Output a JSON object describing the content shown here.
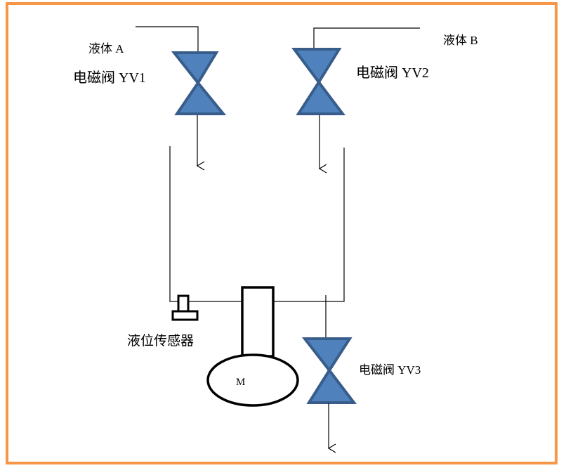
{
  "diagram": {
    "title": "",
    "labels": {
      "liquid_a": "液体 A",
      "liquid_b": "液体 B",
      "valve_yv1": "电磁阀 YV1",
      "valve_yv2": "电磁阀 YV2",
      "valve_yv3": "电磁阀 YV3",
      "level_sensor": "液位传感器",
      "motor": "M"
    },
    "components": [
      {
        "id": "YV1",
        "type": "solenoid-valve",
        "input": "液体 A"
      },
      {
        "id": "YV2",
        "type": "solenoid-valve",
        "input": "液体 B"
      },
      {
        "id": "YV3",
        "type": "solenoid-valve",
        "role": "drain"
      },
      {
        "id": "level-sensor",
        "type": "sensor"
      },
      {
        "id": "M",
        "type": "motor-mixer"
      }
    ],
    "colors": {
      "frame": "#f79646",
      "valve_fill": "#4f81bd",
      "valve_stroke": "#385d8a",
      "line": "#000000"
    }
  }
}
